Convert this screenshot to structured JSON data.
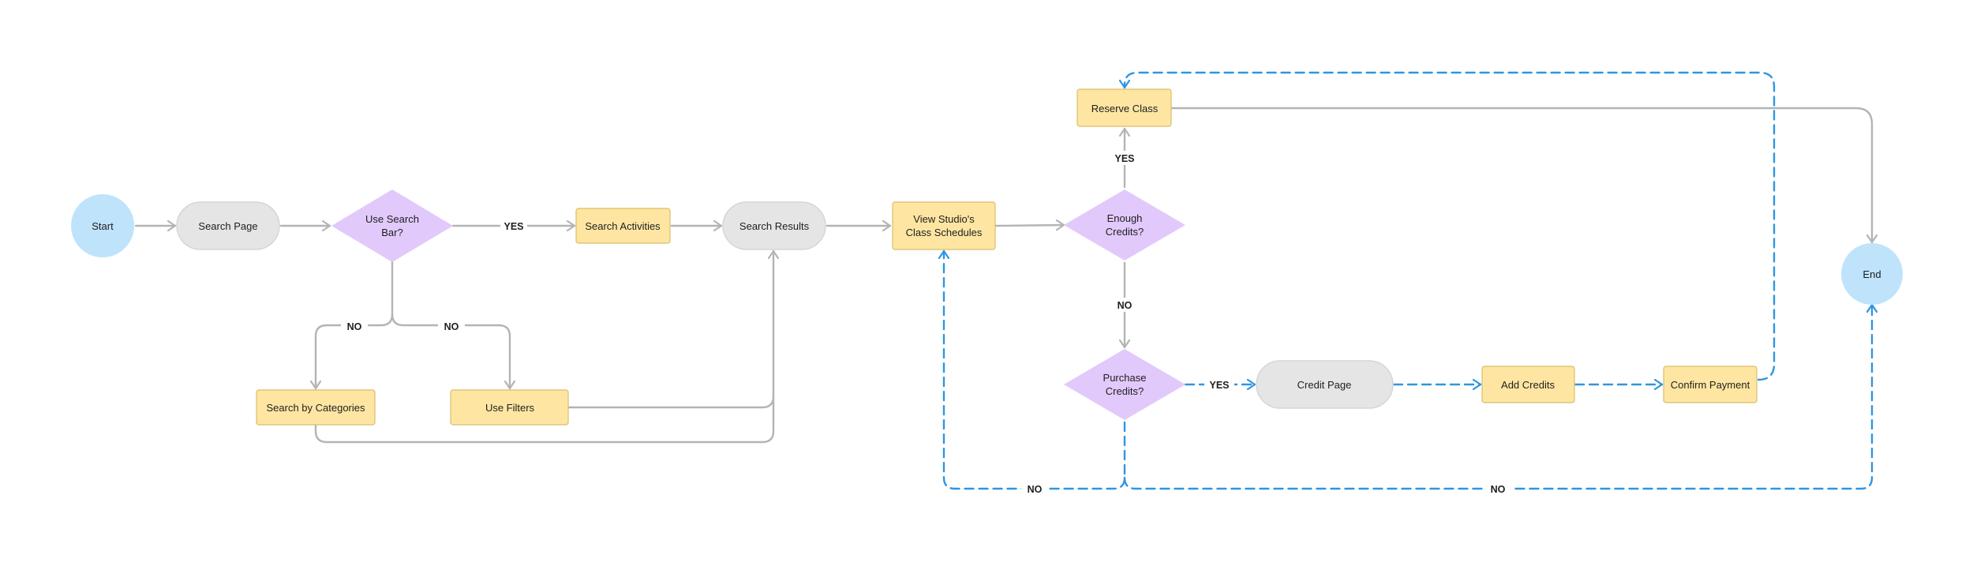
{
  "diagram": {
    "nodes": {
      "start": "Start",
      "search_page": "Search Page",
      "use_search_bar": [
        "Use Search",
        "Bar?"
      ],
      "search_activities": "Search Activities",
      "search_results": "Search Results",
      "search_by_categories": "Search by Categories",
      "use_filters": "Use Filters",
      "view_schedules": [
        "View Studio's",
        "Class Schedules"
      ],
      "enough_credits": [
        "Enough",
        "Credits?"
      ],
      "reserve_class": "Reserve Class",
      "purchase_credits": [
        "Purchase",
        "Credits?"
      ],
      "credit_page": "Credit Page",
      "add_credits": "Add Credits",
      "confirm_payment": "Confirm Payment",
      "end": "End"
    },
    "edge_labels": {
      "search_bar_yes": "YES",
      "search_bar_no_left": "NO",
      "search_bar_no_right": "NO",
      "enough_yes": "YES",
      "enough_no": "NO",
      "purchase_yes": "YES",
      "purchase_no_left": "NO",
      "purchase_no_right": "NO"
    },
    "colors": {
      "terminal": "#bfe3fb",
      "page": "#e5e5e5",
      "action": "#fee6a2",
      "decision": "#e2c9fb",
      "flow": "#b4b4b4",
      "alt_flow": "#2f95e0"
    }
  }
}
